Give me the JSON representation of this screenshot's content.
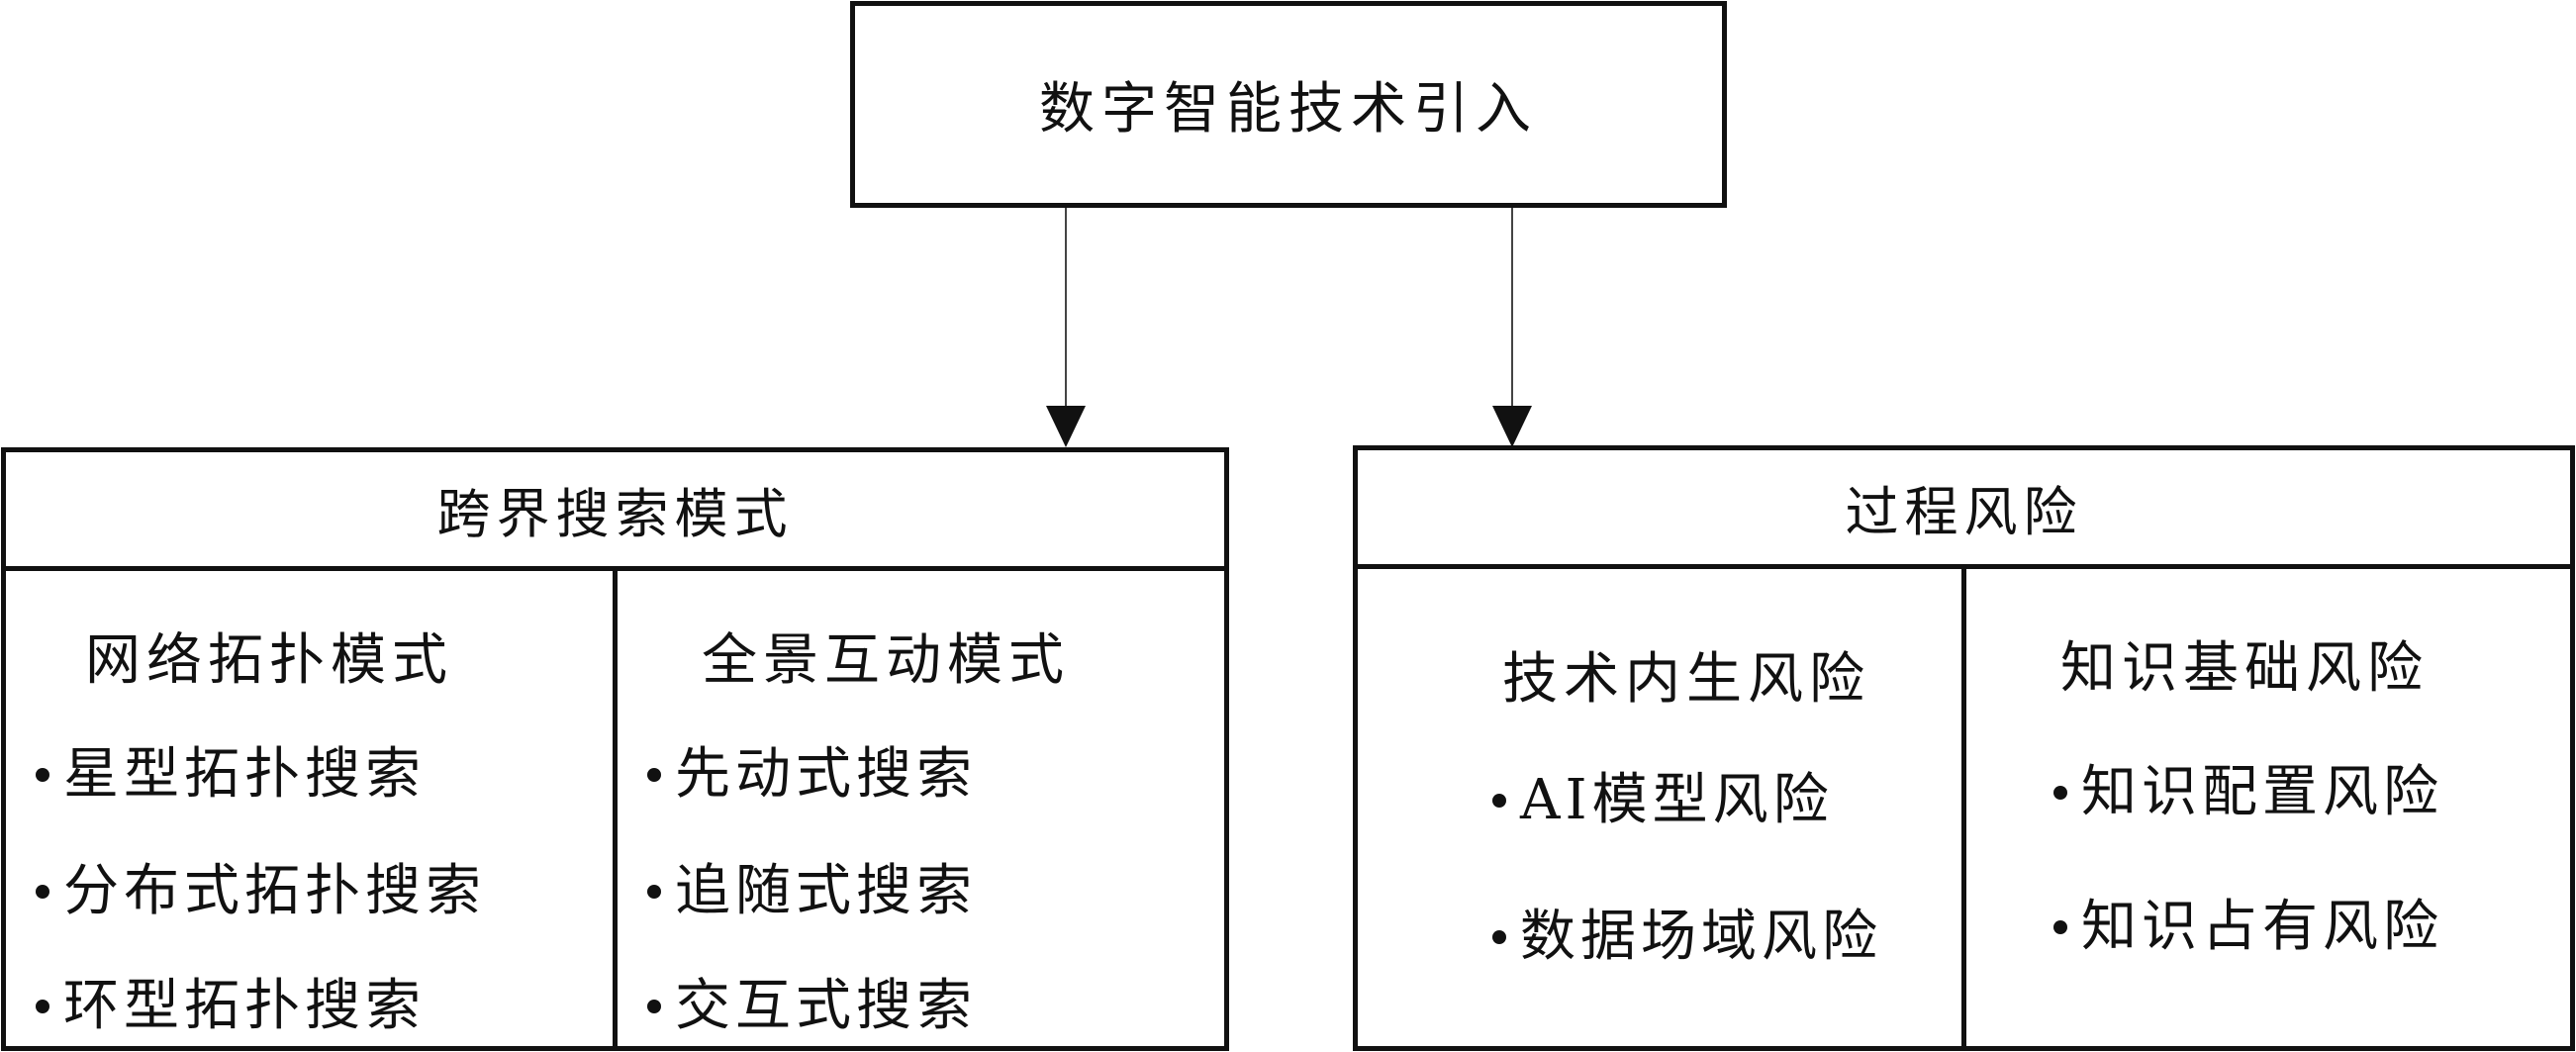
{
  "root": {
    "title": "数字智能技术引入"
  },
  "left": {
    "title": "跨界搜索模式",
    "columns": [
      {
        "title": "网络拓扑模式",
        "items": [
          "星型拓扑搜索",
          "分布式拓扑搜索",
          "环型拓扑搜索"
        ]
      },
      {
        "title": "全景互动模式",
        "items": [
          "先动式搜索",
          "追随式搜索",
          "交互式搜索"
        ]
      }
    ]
  },
  "right": {
    "title": "过程风险",
    "columns": [
      {
        "title": "技术内生风险",
        "items": [
          "AI模型风险",
          "数据场域风险"
        ]
      },
      {
        "title": "知识基础风险",
        "items": [
          "知识配置风险",
          "知识占有风险"
        ]
      }
    ]
  }
}
